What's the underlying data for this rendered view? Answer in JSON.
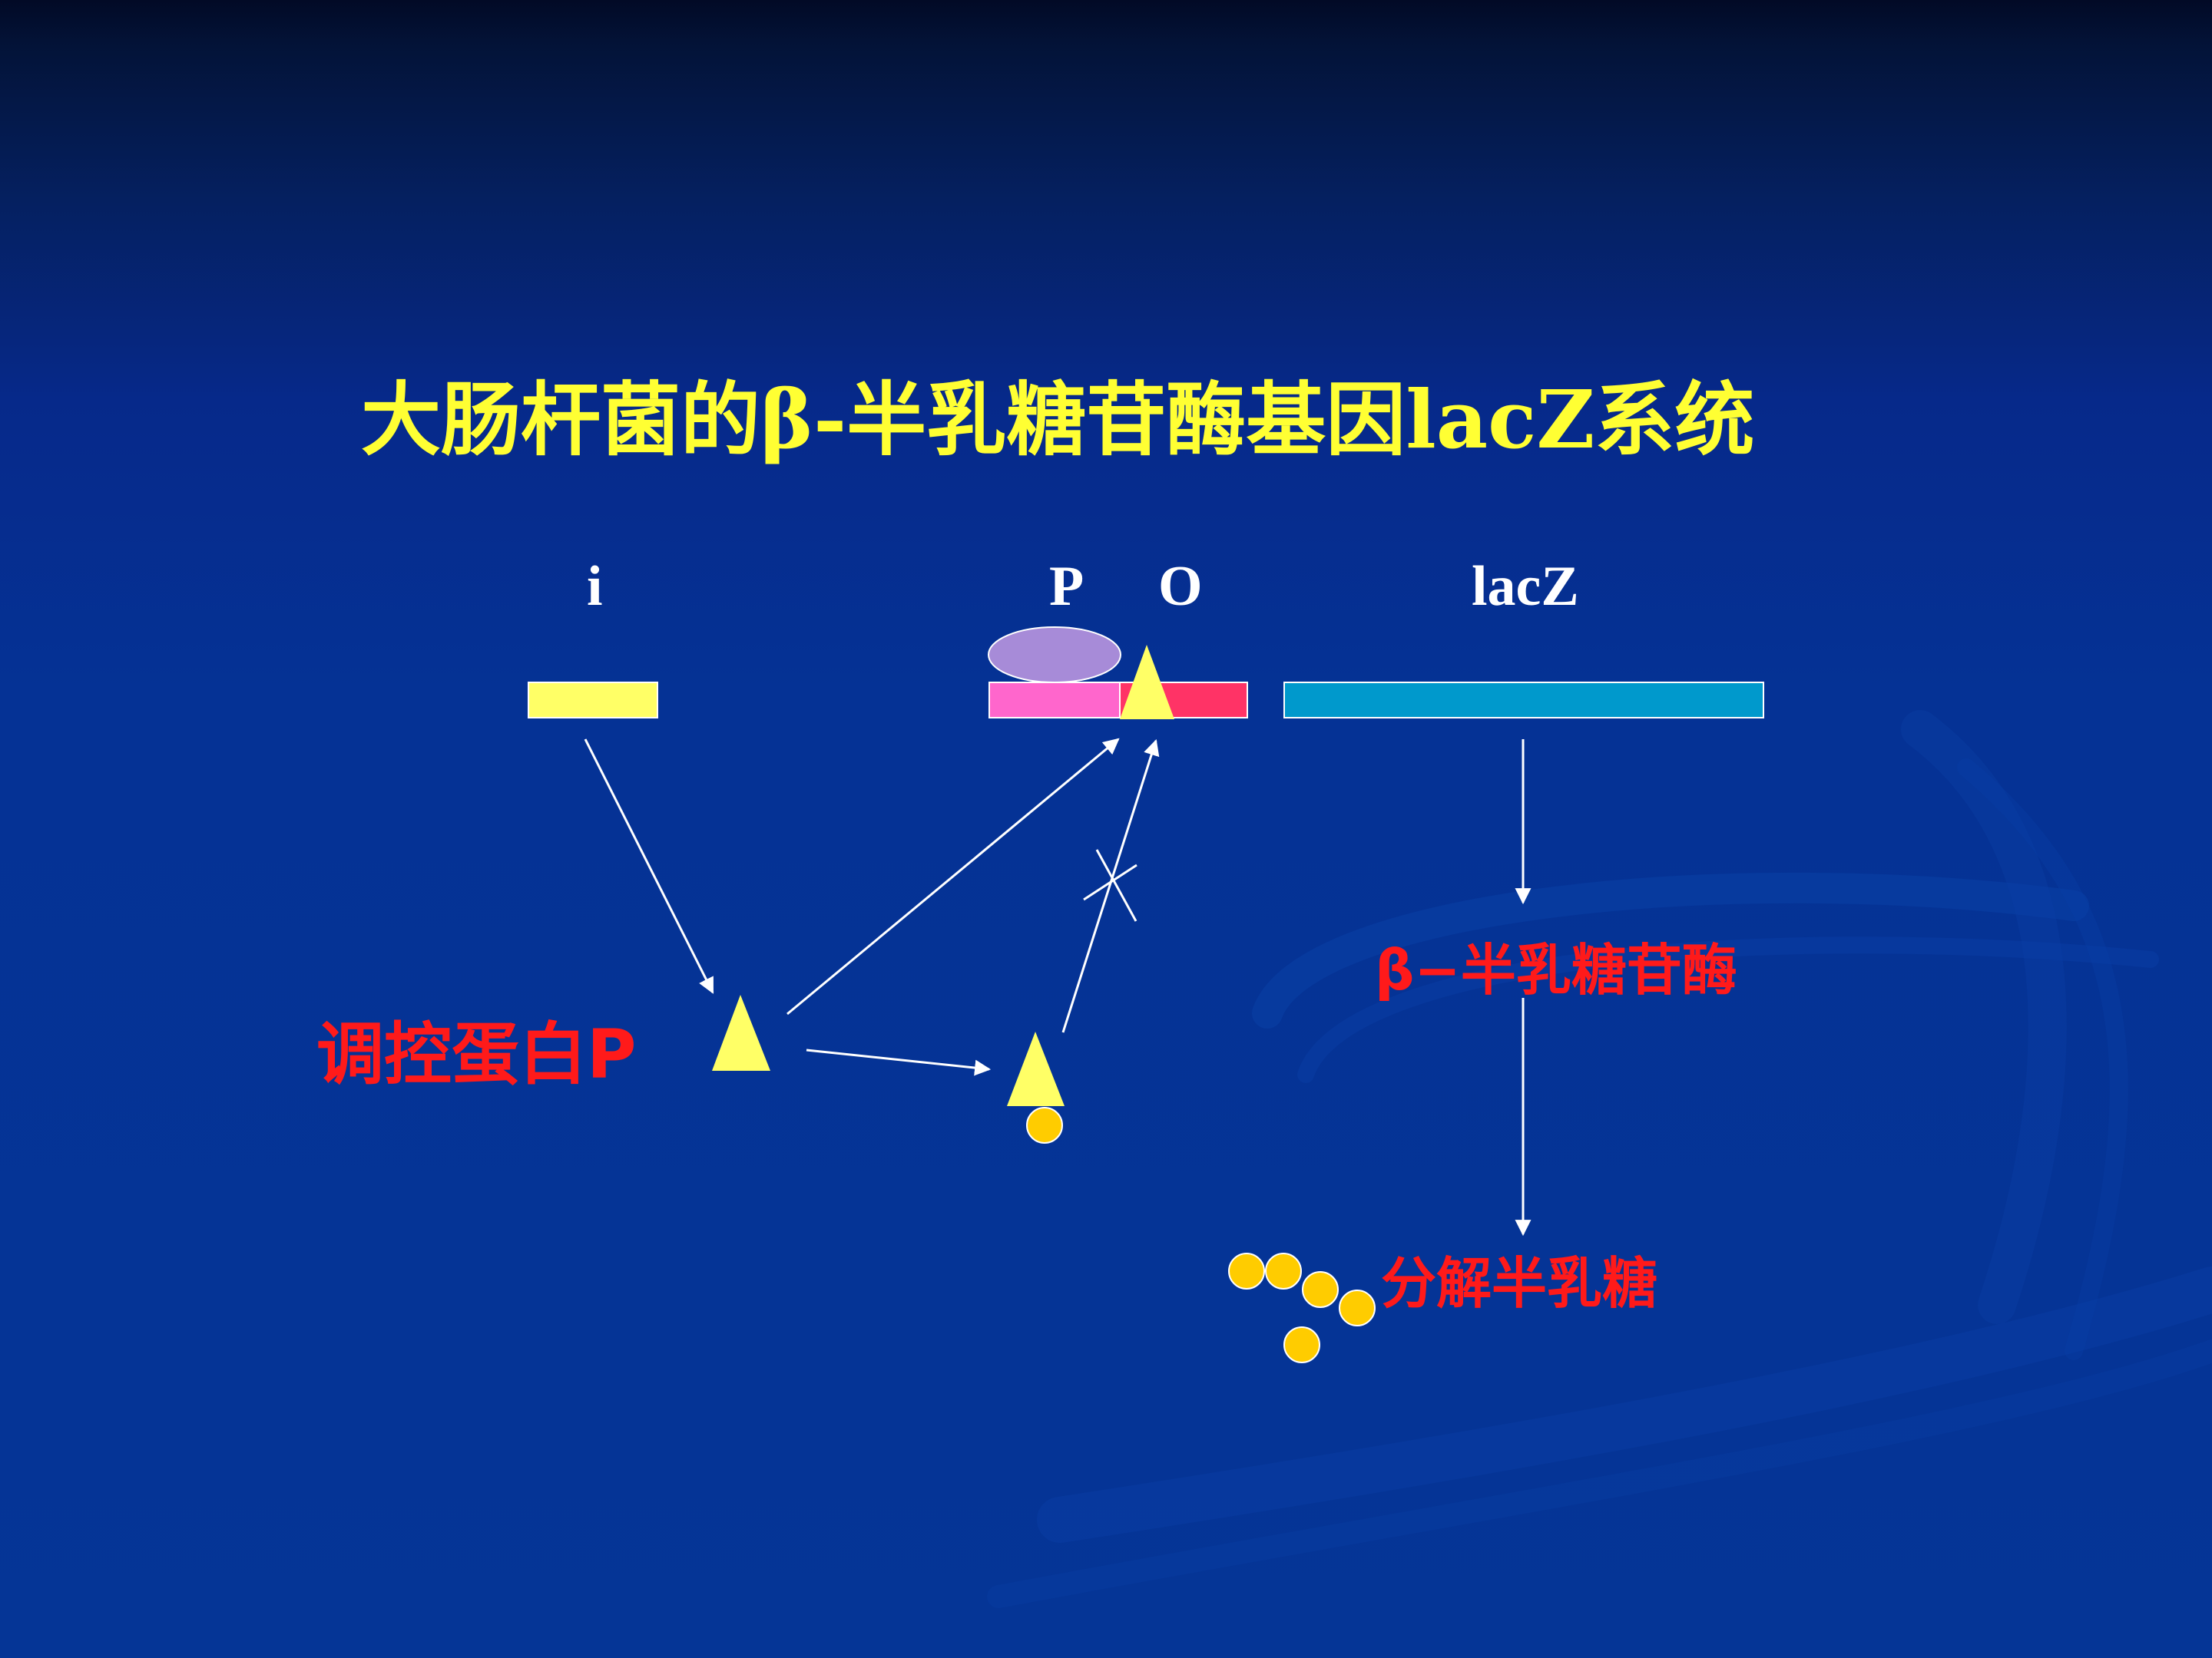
{
  "title": "大肠杆菌的β-半乳糖苷酶基因lacZ系统",
  "genes": {
    "i": "i",
    "p": "P",
    "o": "O",
    "lacz": "lacZ"
  },
  "regulator_label": "调控蛋白P",
  "enzyme_label": "β−半乳糖苷酶",
  "product_label": "分解半乳糖",
  "colors": {
    "title": "#ffff33",
    "gene_i": "#ffff66",
    "promoter": "#ff66cc",
    "operator": "#ff3366",
    "lacz": "#0099cc",
    "rna_polymerase": "#a78bd8",
    "repressor": "#ffff66",
    "galactose": "#ffcc00",
    "red_text": "#ff1a1a",
    "arrow": "#ffffff"
  }
}
